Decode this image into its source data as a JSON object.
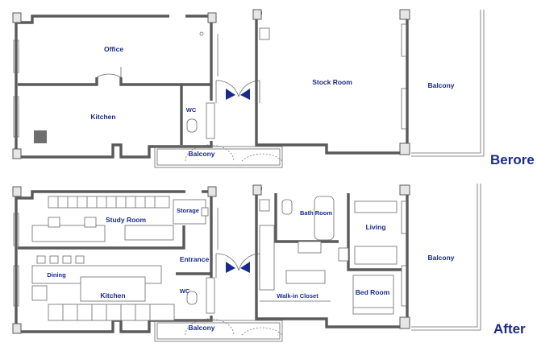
{
  "colors": {
    "label": "#1a2a8a",
    "wall": "#5a5a5a"
  },
  "plan_titles": {
    "before": "Berore",
    "after": "After"
  },
  "before": {
    "office": "Office",
    "kitchen": "Kitchen",
    "wc": "WC",
    "stock_room": "Stock Room",
    "balcony_right": "Balcony",
    "balcony_bottom": "Balcony"
  },
  "after": {
    "study_room": "Study Room",
    "storage": "Storage",
    "entrance": "Entrance",
    "dining": "Dining",
    "kitchen": "Kitchen",
    "wc": "WC",
    "bath_room": "Bath Room",
    "living": "Living",
    "walk_in_closet": "Walk-in Closet",
    "bed_room": "Bed Room",
    "balcony_right": "Balcony",
    "balcony_bottom": "Balcony"
  }
}
